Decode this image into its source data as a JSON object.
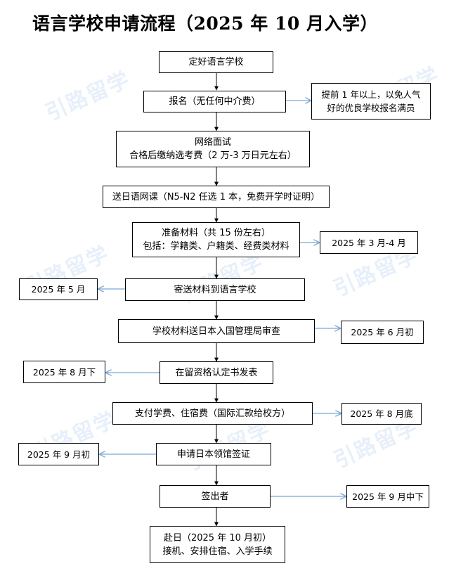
{
  "title": "语言学校申请流程（2025 年 10 月入学）",
  "watermark": "引路留学",
  "steps": [
    {
      "lines": [
        "定好语言学校"
      ]
    },
    {
      "lines": [
        "报名（无任何中介费）"
      ]
    },
    {
      "lines": [
        "网络面试",
        "合格后缴纳选考费（2 万-3 万日元左右）"
      ]
    },
    {
      "lines": [
        "送日语网课（N5-N2 任选 1 本，免费开学时证明）"
      ]
    },
    {
      "lines": [
        "准备材料（共 15 份左右）",
        "包括：学籍类、户籍类、经费类材料"
      ]
    },
    {
      "lines": [
        "寄送材料到语言学校"
      ]
    },
    {
      "lines": [
        "学校材料送日本入国管理局审查"
      ]
    },
    {
      "lines": [
        "在留资格认定书发表"
      ]
    },
    {
      "lines": [
        "支付学费、住宿费（国际汇款给校方）"
      ]
    },
    {
      "lines": [
        "申请日本领馆签证"
      ]
    },
    {
      "lines": [
        "签出者"
      ]
    },
    {
      "lines": [
        "赴日（2025 年 10 月初）",
        "接机、安排住宿、入学手续"
      ]
    }
  ],
  "notes": [
    {
      "step": 1,
      "lines": [
        "提前 1 年以上，以免人气",
        "好的优良学校报名满员"
      ]
    },
    {
      "step": 4,
      "lines": [
        "2025 年 3 月-4 月"
      ]
    },
    {
      "step": 5,
      "lines": [
        "2025 年 5 月"
      ]
    },
    {
      "step": 6,
      "lines": [
        "2025 年 6 月初"
      ]
    },
    {
      "step": 7,
      "lines": [
        "2025 年 8 月下"
      ]
    },
    {
      "step": 8,
      "lines": [
        "2025 年 8 月底"
      ]
    },
    {
      "step": 9,
      "lines": [
        "2025 年 9 月初"
      ]
    },
    {
      "step": 10,
      "lines": [
        "2025 年 9 月中下"
      ]
    }
  ],
  "colors": {
    "connector": "#000000",
    "note_arrow": "#7ba7d6",
    "watermark": "#1e6fd0"
  }
}
